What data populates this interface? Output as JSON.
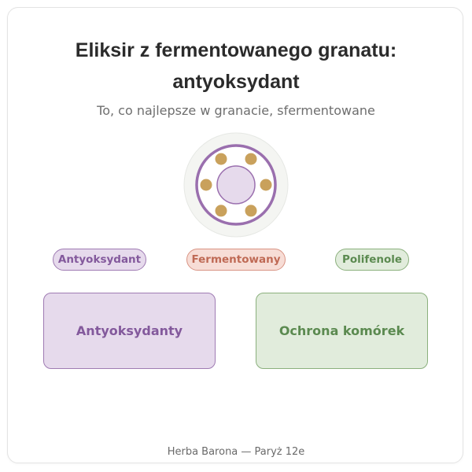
{
  "title": {
    "line1": "Eliksir z fermentowanego granatu:",
    "line2": "antyoksydant"
  },
  "subtitle": "To, co najlepsze w granacie, sfermentowane",
  "emblem": {
    "icon": "pomegranate-seeds-icon",
    "seed_count": 6
  },
  "tags": [
    {
      "label": "Antyoksydant"
    },
    {
      "label": "Fermentowany"
    },
    {
      "label": "Polifenole"
    }
  ],
  "boxes": [
    {
      "label": "Antyoksydanty"
    },
    {
      "label": "Ochrona komórek"
    }
  ],
  "footer": "Herba Barona — Paryż 12e",
  "colors": {
    "purple": "#9f7bb3",
    "purple_fill": "#e6daec",
    "coral": "#d99484",
    "coral_fill": "#f7ddd6",
    "green": "#8bb07d",
    "green_fill": "#e1ecdc",
    "seed": "#c9a15c"
  }
}
